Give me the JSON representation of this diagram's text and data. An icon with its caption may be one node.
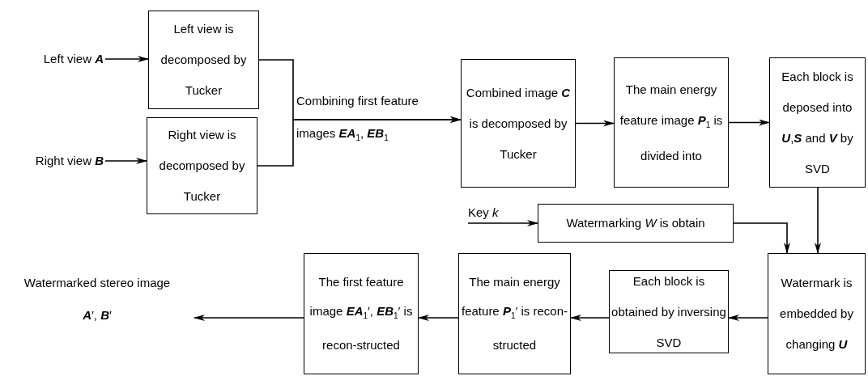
{
  "diagram": {
    "nodes": [
      {
        "text": [
          "Left view **A**"
        ]
      },
      {
        "text": [
          "Left view is decomposed by Tucker"
        ]
      },
      {
        "text": [
          "Right view **B**"
        ]
      },
      {
        "text": [
          "Right view is decomposed by Tucker"
        ]
      },
      {
        "text": [
          "Combined image **C** is decomposed by Tucker"
        ]
      },
      {
        "text": [
          "The main energy feature image **P**$_{1}$ is divided into"
        ]
      },
      {
        "text": [
          "Each block is deposed into **U**,**S** and **V** by SVD"
        ]
      },
      {
        "text": [
          "Key *k*"
        ]
      },
      {
        "text": [
          "Watermarking *W* is obtain"
        ]
      },
      {
        "text": [
          "Watermark is embedded by changing **U**"
        ]
      },
      {
        "text": [
          "Each block is obtained by inversing SVD"
        ]
      },
      {
        "text": [
          "The main energy feature **P**$_{1}$′ is recon-structed"
        ]
      },
      {
        "text": [
          "The first feature image **EA**$_{1}$′, **EB**$_{1}$′ is recon-structed"
        ]
      },
      {
        "text": [
          "Watermarked stereo image **A**′, **B**′"
        ]
      }
    ],
    "edges": [
      {
        "from": 0,
        "to": 1,
        "arrow": "to"
      },
      {
        "from": 2,
        "to": 3,
        "arrow": "to"
      },
      {
        "from": 1,
        "to": 4,
        "arrow": "to",
        "label": "Combining first feature images **EA**$_{1}$, **EB**$_{1}$"
      },
      {
        "from": 3,
        "to": 4,
        "arrow": "to"
      },
      {
        "from": 4,
        "to": 5,
        "arrow": "to"
      },
      {
        "from": 5,
        "to": 6,
        "arrow": "to"
      },
      {
        "from": 6,
        "to": 9,
        "arrow": "to"
      },
      {
        "from": 7,
        "to": 8,
        "arrow": "to"
      },
      {
        "from": 8,
        "to": 9,
        "arrow": "to"
      },
      {
        "from": 9,
        "to": 10,
        "arrow": "to"
      },
      {
        "from": 10,
        "to": 11,
        "arrow": "to"
      },
      {
        "from": 11,
        "to": 12,
        "arrow": "to"
      },
      {
        "from": 12,
        "to": 13,
        "arrow": "to"
      }
    ]
  }
}
